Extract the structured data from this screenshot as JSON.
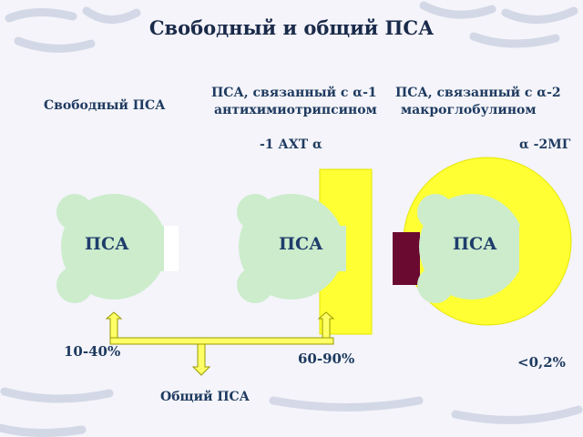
{
  "title": "Свободный и общий ПСА",
  "header_free": "Свободный ПСА",
  "header_act_line1": "ПСА, связанный с α-1",
  "header_act_line2": "антихимиотрипсином",
  "header_a2m_line1": "ПСА, связанный с α-2",
  "header_a2m_line2": "макроглобулином",
  "act_label": "-1 АХТ α",
  "a2m_label": "α -2МГ",
  "psa_free": "ПСА",
  "psa_act": "ПСА",
  "psa_a2m": "ПСА",
  "pct_free": "10-40%",
  "pct_act": "60-90%",
  "pct_a2m": "<0,2%",
  "total_label": "Общий ПСА",
  "colors": {
    "psa_fill": "#cceccc",
    "act_fill": "#ffff33",
    "a2m_fill": "#ffff33",
    "connector": "#6a0a30",
    "arrow_fill": "#ffff66"
  }
}
